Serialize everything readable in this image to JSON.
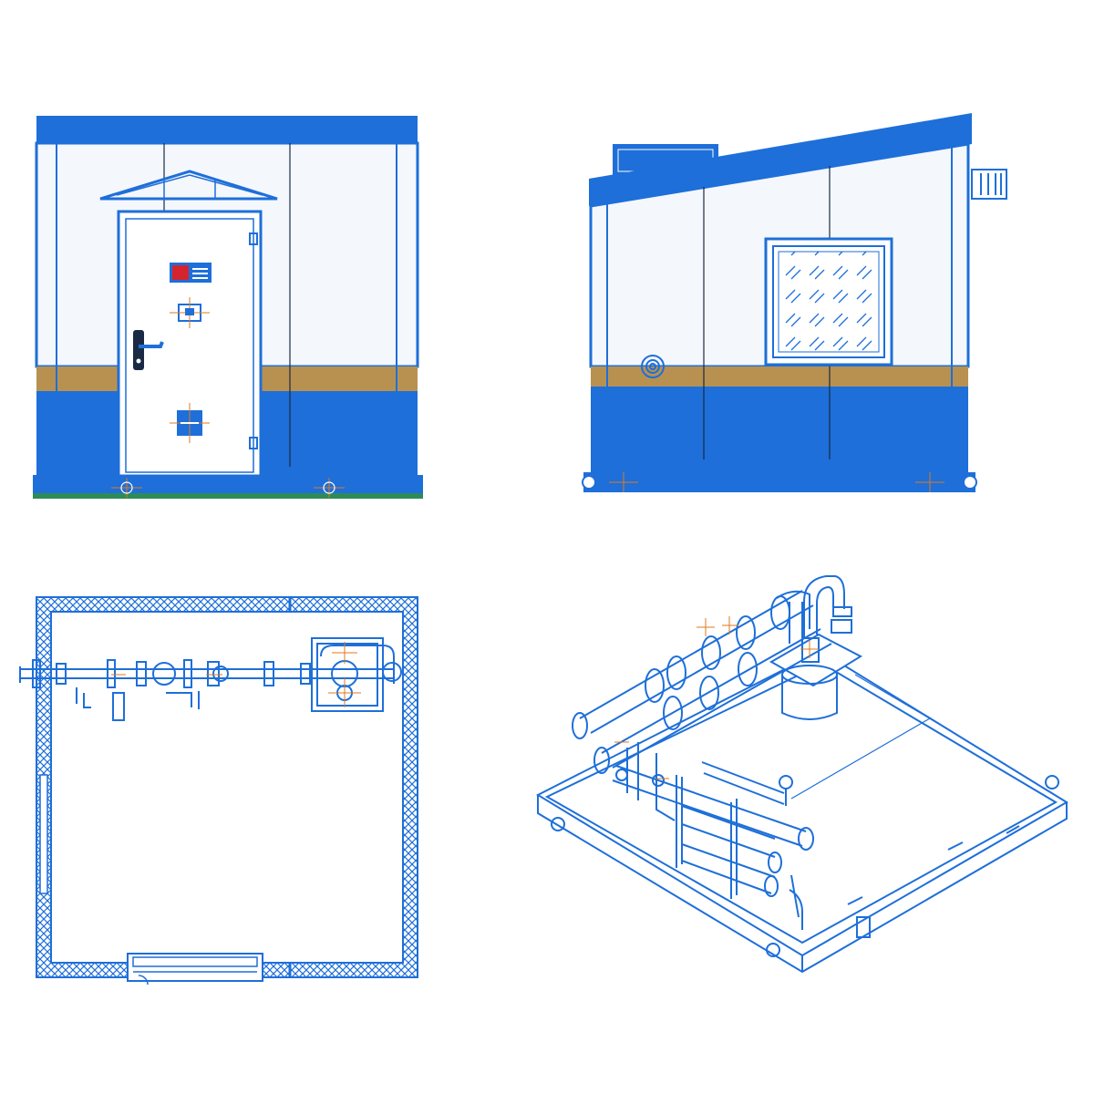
{
  "drawing": {
    "views": [
      {
        "id": "front-elevation"
      },
      {
        "id": "side-elevation"
      },
      {
        "id": "plan-view"
      },
      {
        "id": "isometric-view"
      }
    ],
    "colors": {
      "primary": "#1e6fd9",
      "band": "#b89150",
      "panel": "#f2f6fc",
      "accent": "#e0781e",
      "sign": "#d6242f",
      "ground": "#2e8b57"
    }
  }
}
